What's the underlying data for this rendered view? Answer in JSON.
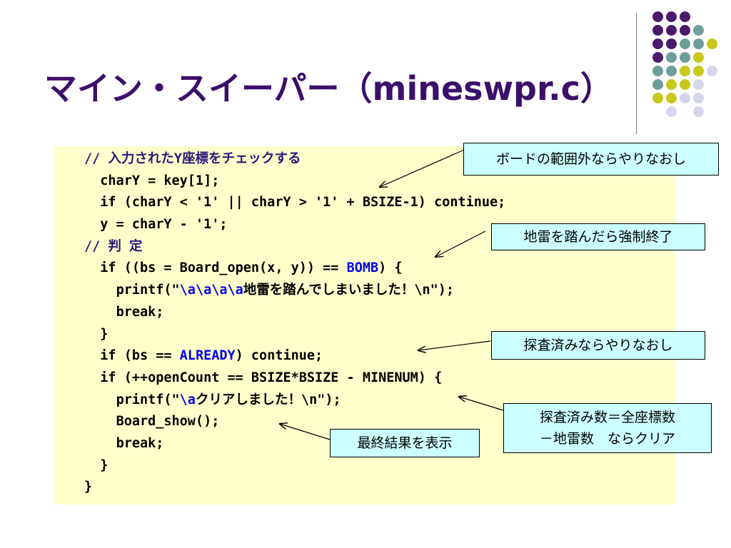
{
  "title": "マイン・スイーパー（mineswpr.c）",
  "code": {
    "line1": "// 入力されたY座標をチェックする",
    "line2": "charY = key[1];",
    "line3": "if (charY < '1' || charY > '1' + BSIZE-1) continue;",
    "line4": "y = charY - '1';",
    "line5": "// 判 定",
    "line6_a": "if ((bs = Board_open(x, y)) == ",
    "line6_kw": "BOMB",
    "line6_b": ") {",
    "line7_a": "printf(\"",
    "line7_kw": "\\a\\a\\a\\a",
    "line7_b": "地雷を踏んでしまいました！\\n\");",
    "line8": "break;",
    "line9": "}",
    "line10_a": "if (bs == ",
    "line10_kw": "ALREADY",
    "line10_b": ") continue;",
    "line11": "if (++openCount == BSIZE*BSIZE - MINENUM) {",
    "line12_a": "printf(\"",
    "line12_kw": "\\a",
    "line12_b": "クリアしました！\\n\");",
    "line13": "Board_show();",
    "line14": "break;",
    "line15": "}",
    "line16": "}"
  },
  "callouts": {
    "c1": "ボードの範囲外ならやりなおし",
    "c2": "地雷を踏んだら強制終了",
    "c3": "探査済みならやりなおし",
    "c4_line1": "探査済み数＝全座標数",
    "c4_line2": "－地雷数　ならクリア",
    "c5": "最終結果を表示"
  },
  "colors": {
    "title": "#3b0f6b",
    "code_bg": "#ffffcc",
    "callout_bg": "#ccffff",
    "keyword": "#0000ee",
    "dot_purple": "#4b1a6b",
    "dot_teal": "#6e9e9a",
    "dot_yellow": "#c8c81a",
    "dot_lavender": "#d6d6ea"
  }
}
